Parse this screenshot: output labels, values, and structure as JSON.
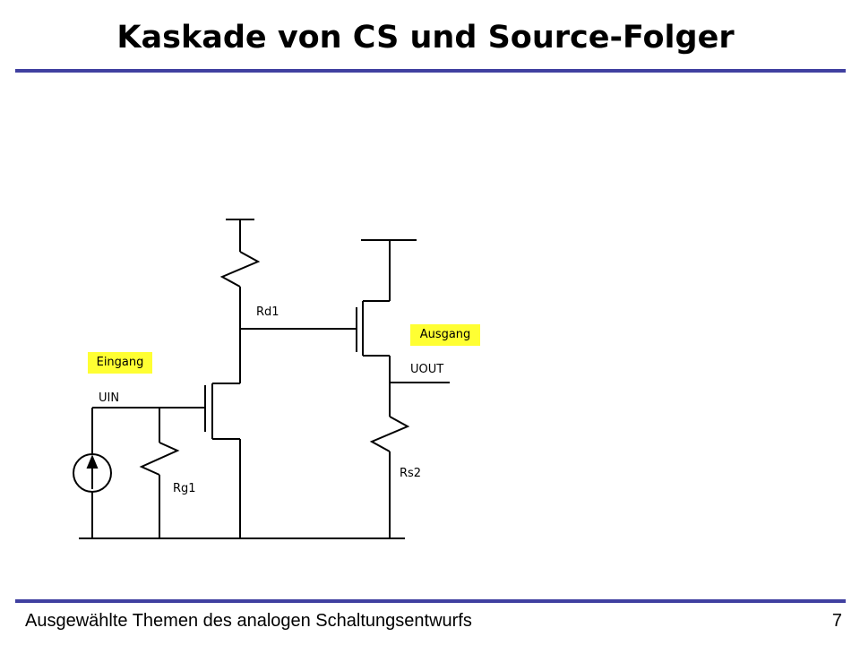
{
  "title": "Kaskade von CS und Source-Folger",
  "footer": {
    "text": "Ausgewählte Themen des analogen Schaltungsentwurfs",
    "page_number": "7"
  },
  "colors": {
    "rule": "#4040a0",
    "highlight": "#ffff33",
    "wire": "#000000"
  },
  "circuit": {
    "labels": {
      "rd1": "Rd1",
      "rg1": "Rg1",
      "rs2": "Rs2",
      "uin": "UIN",
      "uout": "UOUT"
    },
    "tags": {
      "input": "Eingang",
      "output": "Ausgang"
    }
  }
}
